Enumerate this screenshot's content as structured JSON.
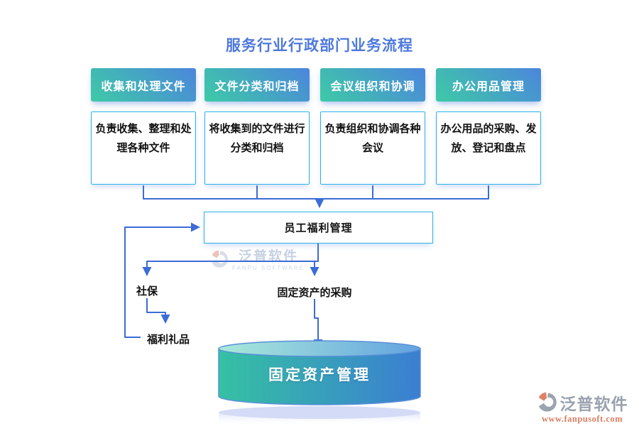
{
  "title": "服务行业行政部门业务流程",
  "columns": [
    {
      "header": "收集和处理文件",
      "desc": "负责收集、整理和处理各种文件"
    },
    {
      "header": "文件分类和归档",
      "desc": "将收集到的文件进行分类和归档"
    },
    {
      "header": "会议组织和协调",
      "desc": "负责组织和协调各种会议"
    },
    {
      "header": "办公用品管理",
      "desc": "办公用品的采购、发放、登记和盘点"
    }
  ],
  "flow": {
    "mid_node": "员工福利管理",
    "social_label": "社保",
    "asset_purchase_label": "固定资产的采购",
    "welfare_gift_label": "福利礼品",
    "cylinder_label": "固定资产管理"
  },
  "watermarks": {
    "center": {
      "brand": "泛普软件",
      "subtitle": "FANPU SOFTWARE"
    },
    "corner": {
      "brand": "泛普软件",
      "url": "www.fanpusoft.com"
    }
  },
  "colors": {
    "title_blue": "#4e79dc",
    "header_gradient_start": "#3ecaa6",
    "header_gradient_end": "#4b86dc",
    "box_border_cyan": "#2bb1e8",
    "connector_blue": "#3c6cd6",
    "cylinder_left": "#35c1a3",
    "cylinder_right": "#3b7ed2",
    "watermark_gray": "#99a2ae",
    "watermark_orange": "#d97e62"
  }
}
